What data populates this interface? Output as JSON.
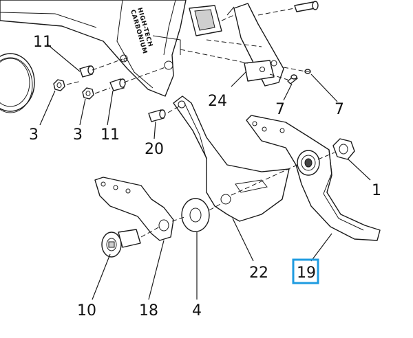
{
  "diagram": {
    "brand_text_line1": "HIGH-TECH",
    "brand_text_line2": "CARBONIUM",
    "highlight_color": "#1e9be0",
    "callouts": {
      "c11a": "11",
      "c3a": "3",
      "c3b": "3",
      "c11b": "11",
      "c20": "20",
      "c24": "24",
      "c7a": "7",
      "c7b": "7",
      "c1": "1",
      "c19": "19",
      "c22": "22",
      "c10": "10",
      "c18": "18",
      "c4": "4"
    },
    "highlighted_part": "19"
  }
}
